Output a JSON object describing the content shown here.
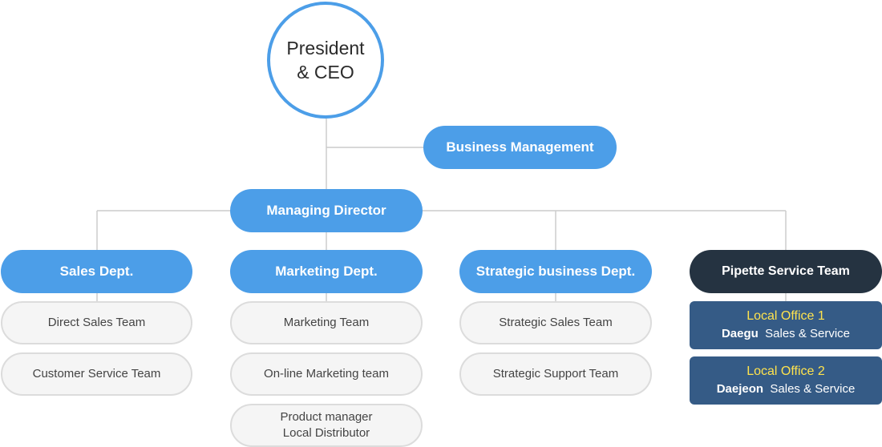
{
  "ceo": {
    "line1": "President",
    "line2": "& CEO"
  },
  "business_management": "Business Management",
  "managing_director": "Managing Director",
  "departments": {
    "sales": {
      "label": "Sales Dept.",
      "teams": [
        "Direct Sales Team",
        "Customer Service Team"
      ]
    },
    "marketing": {
      "label": "Marketing Dept.",
      "teams": [
        "Marketing Team",
        "On-line Marketing team"
      ],
      "product": {
        "line1": "Product manager",
        "line2": "Local Distributor"
      }
    },
    "strategic": {
      "label": "Strategic business Dept.",
      "teams": [
        "Strategic Sales Team",
        "Strategic Support Team"
      ]
    },
    "pipette": {
      "label": "Pipette Service Team",
      "offices": [
        {
          "title": "Local Office 1",
          "city": "Daegu",
          "desc": "Sales & Service"
        },
        {
          "title": "Local Office 2",
          "city": "Daejeon",
          "desc": "Sales & Service"
        }
      ]
    }
  },
  "colors": {
    "accent": "#4c9ee8",
    "dark": "#253341",
    "office": "#355b86",
    "office_highlight": "#ffe34d",
    "team_bg": "#f5f5f5",
    "line": "#cccccc"
  }
}
